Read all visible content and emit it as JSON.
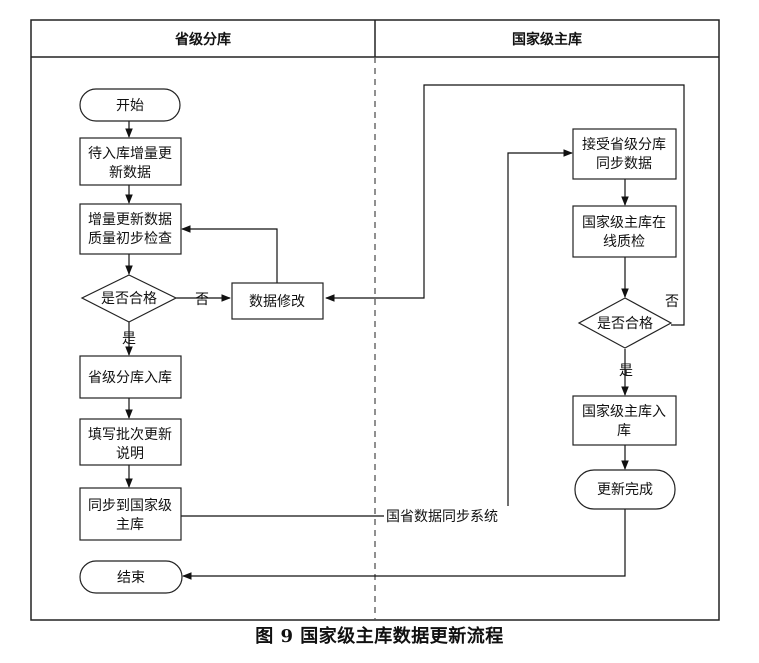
{
  "lanes": {
    "left_header": "省级分库",
    "right_header": "国家级主库"
  },
  "nodes": {
    "start": "开始",
    "wait_data": [
      "待入库增量更",
      "新数据"
    ],
    "initial_check": [
      "增量更新数据",
      "质量初步检查"
    ],
    "qualified_left": "是否合格",
    "data_modify": "数据修改",
    "store_left": "省级分库入库",
    "fill_note": [
      "填写批次更新",
      "说明"
    ],
    "sync_national": [
      "同步到国家级",
      "主库"
    ],
    "end": "结束",
    "receive_sync": [
      "接受省级分库",
      "同步数据"
    ],
    "online_check": [
      "国家级主库在",
      "线质检"
    ],
    "qualified_right": "是否合格",
    "store_national": [
      "国家级主库入",
      "库"
    ],
    "update_done": "更新完成"
  },
  "edge_labels": {
    "no_left": "否",
    "yes_left": "是",
    "no_right": "否",
    "yes_right": "是",
    "sync_system": "国省数据同步系统"
  },
  "caption": "图 9 国家级主库数据更新流程"
}
